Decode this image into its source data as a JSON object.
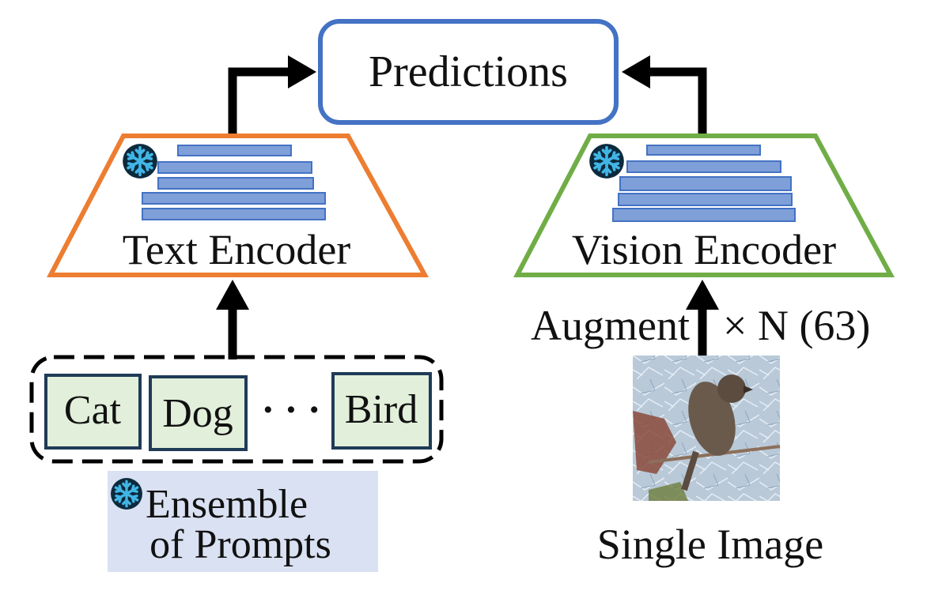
{
  "predictions": {
    "label": "Predictions"
  },
  "text_encoder": {
    "label": "Text Encoder",
    "frozen_icon": "snowflake-icon"
  },
  "vision_encoder": {
    "label": "Vision Encoder",
    "frozen_icon": "snowflake-icon"
  },
  "prompts": {
    "items": [
      "Cat",
      "Dog",
      "Bird"
    ],
    "ellipsis": "· · ·",
    "caption_line1": "Ensemble",
    "caption_line2": "of Prompts",
    "frozen_icon": "snowflake-icon"
  },
  "augment": {
    "left_label": "Augment",
    "right_label": "× N (63)"
  },
  "image": {
    "caption": "Single Image",
    "depicts": "bird-on-branch"
  },
  "colors": {
    "predictions_border": "#4472c4",
    "text_encoder_border": "#ed7d31",
    "vision_encoder_border": "#70ad47",
    "layer_fill": "#7f9fd8",
    "layer_stroke": "#4472c4",
    "prompt_fill": "#e2efda",
    "prompt_border": "#1f3b57",
    "caption_bg": "#d9e1f2",
    "snowflake": "#41b6e6",
    "arrow": "#000000"
  }
}
